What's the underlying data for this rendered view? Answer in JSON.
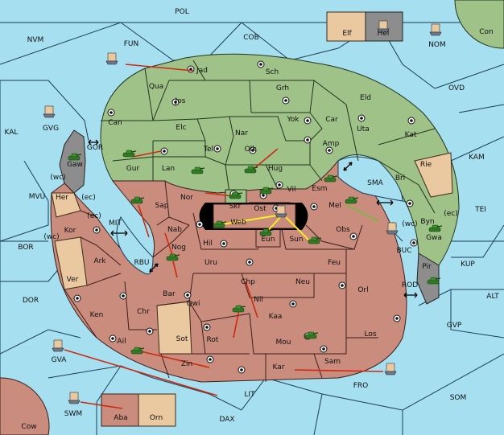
{
  "colors": {
    "sea": "#a6dff0",
    "green": "#9fc288",
    "red": "#c98c7d",
    "beige": "#ebc9a0",
    "grey": "#8d8d8d",
    "army": "#2f7a22",
    "move": "#cc2a12",
    "support": "#f5ef23"
  },
  "sea_labels": [
    {
      "id": "POL",
      "text": "POL"
    },
    {
      "id": "NVM",
      "text": "NVM"
    },
    {
      "id": "FUN",
      "text": "FUN"
    },
    {
      "id": "COB",
      "text": "COB"
    },
    {
      "id": "NOM",
      "text": "NOM"
    },
    {
      "id": "OVD",
      "text": "OVD"
    },
    {
      "id": "KAL",
      "text": "KAL"
    },
    {
      "id": "GVG",
      "text": "GVG"
    },
    {
      "id": "GOR",
      "text": "GOR"
    },
    {
      "id": "KAM",
      "text": "KAM"
    },
    {
      "id": "MVU",
      "text": "MVU"
    },
    {
      "id": "SMA",
      "text": "SMA"
    },
    {
      "id": "TEI",
      "text": "TEI"
    },
    {
      "id": "MIT",
      "text": "MIT"
    },
    {
      "id": "BOR",
      "text": "BOR"
    },
    {
      "id": "RBU",
      "text": "RBU"
    },
    {
      "id": "BUC",
      "text": "BUC"
    },
    {
      "id": "KUP",
      "text": "KUP"
    },
    {
      "id": "DOR",
      "text": "DOR"
    },
    {
      "id": "ROD",
      "text": "ROD"
    },
    {
      "id": "ALT",
      "text": "ALT"
    },
    {
      "id": "GVP",
      "text": "GVP"
    },
    {
      "id": "GVA",
      "text": "GVA"
    },
    {
      "id": "FRO",
      "text": "FRO"
    },
    {
      "id": "SOM",
      "text": "SOM"
    },
    {
      "id": "LIT",
      "text": "LIT"
    },
    {
      "id": "SWM",
      "text": "SWM"
    },
    {
      "id": "DAX",
      "text": "DAX"
    }
  ],
  "land_labels": [
    {
      "id": "Con",
      "text": "Con"
    },
    {
      "id": "Elf",
      "text": "Elf"
    },
    {
      "id": "Hel",
      "text": "Hel"
    },
    {
      "id": "Jad",
      "text": "Jad"
    },
    {
      "id": "Sch",
      "text": "Sch"
    },
    {
      "id": "Qua",
      "text": "Qua"
    },
    {
      "id": "Grh",
      "text": "Grh"
    },
    {
      "id": "Jos",
      "text": "Jos"
    },
    {
      "id": "Eld",
      "text": "Eld"
    },
    {
      "id": "Can",
      "text": "Can"
    },
    {
      "id": "Yok",
      "text": "Yok"
    },
    {
      "id": "Car",
      "text": "Car"
    },
    {
      "id": "Uta",
      "text": "Uta"
    },
    {
      "id": "Elc",
      "text": "Elc"
    },
    {
      "id": "Nar",
      "text": "Nar"
    },
    {
      "id": "Kat",
      "text": "Kat"
    },
    {
      "id": "Tel",
      "text": "Tel"
    },
    {
      "id": "Olk",
      "text": "Olk"
    },
    {
      "id": "Amp",
      "text": "Amp"
    },
    {
      "id": "Gaw",
      "text": "Gaw"
    },
    {
      "id": "Gur",
      "text": "Gur"
    },
    {
      "id": "Lan",
      "text": "Lan"
    },
    {
      "id": "Hug",
      "text": "Hug"
    },
    {
      "id": "Rie",
      "text": "Rie"
    },
    {
      "id": "Bri",
      "text": "Bri"
    },
    {
      "id": "Esm",
      "text": "Esm"
    },
    {
      "id": "Vil",
      "text": "Vil"
    },
    {
      "id": "Nor",
      "text": "Nor"
    },
    {
      "id": "Skr",
      "text": "Skr"
    },
    {
      "id": "Her",
      "text": "Her"
    },
    {
      "id": "Sap",
      "text": "Sap"
    },
    {
      "id": "Ost",
      "text": "Ost"
    },
    {
      "id": "Mel",
      "text": "Mel"
    },
    {
      "id": "Web",
      "text": "Web"
    },
    {
      "id": "Byn",
      "text": "Byn"
    },
    {
      "id": "Kor",
      "text": "Kor"
    },
    {
      "id": "Nab",
      "text": "Nab"
    },
    {
      "id": "Eun",
      "text": "Eun"
    },
    {
      "id": "Sun",
      "text": "Sun"
    },
    {
      "id": "Obs",
      "text": "Obs"
    },
    {
      "id": "Gwa",
      "text": "Gwa"
    },
    {
      "id": "Hil",
      "text": "Hil"
    },
    {
      "id": "Nog",
      "text": "Nog"
    },
    {
      "id": "Ark",
      "text": "Ark"
    },
    {
      "id": "Uru",
      "text": "Uru"
    },
    {
      "id": "Feu",
      "text": "Feu"
    },
    {
      "id": "Pir",
      "text": "Pir"
    },
    {
      "id": "Ver",
      "text": "Ver"
    },
    {
      "id": "Chp",
      "text": "Chp"
    },
    {
      "id": "Neu",
      "text": "Neu"
    },
    {
      "id": "Orl",
      "text": "Orl"
    },
    {
      "id": "Bar",
      "text": "Bar"
    },
    {
      "id": "Qwi",
      "text": "Qwi"
    },
    {
      "id": "Nil",
      "text": "Nil"
    },
    {
      "id": "Ken",
      "text": "Ken"
    },
    {
      "id": "Chr",
      "text": "Chr"
    },
    {
      "id": "Kaa",
      "text": "Kaa"
    },
    {
      "id": "Los",
      "text": "Los"
    },
    {
      "id": "Sot",
      "text": "Sot"
    },
    {
      "id": "Rot",
      "text": "Rot"
    },
    {
      "id": "Mou",
      "text": "Mou"
    },
    {
      "id": "Ail",
      "text": "Ail"
    },
    {
      "id": "Zin",
      "text": "Zin"
    },
    {
      "id": "Kar",
      "text": "Kar"
    },
    {
      "id": "Sam",
      "text": "Sam"
    },
    {
      "id": "Aba",
      "text": "Aba"
    },
    {
      "id": "Orn",
      "text": "Orn"
    },
    {
      "id": "Cow",
      "text": "Cow"
    }
  ],
  "coast_labels": [
    {
      "id": "wc1",
      "text": "(wc)"
    },
    {
      "id": "ec1",
      "text": "(ec)"
    },
    {
      "id": "ec2",
      "text": "(ec)"
    },
    {
      "id": "wc2",
      "text": "(wc)"
    },
    {
      "id": "wc3",
      "text": "(wc)"
    },
    {
      "id": "ec3",
      "text": "(ec)"
    }
  ]
}
